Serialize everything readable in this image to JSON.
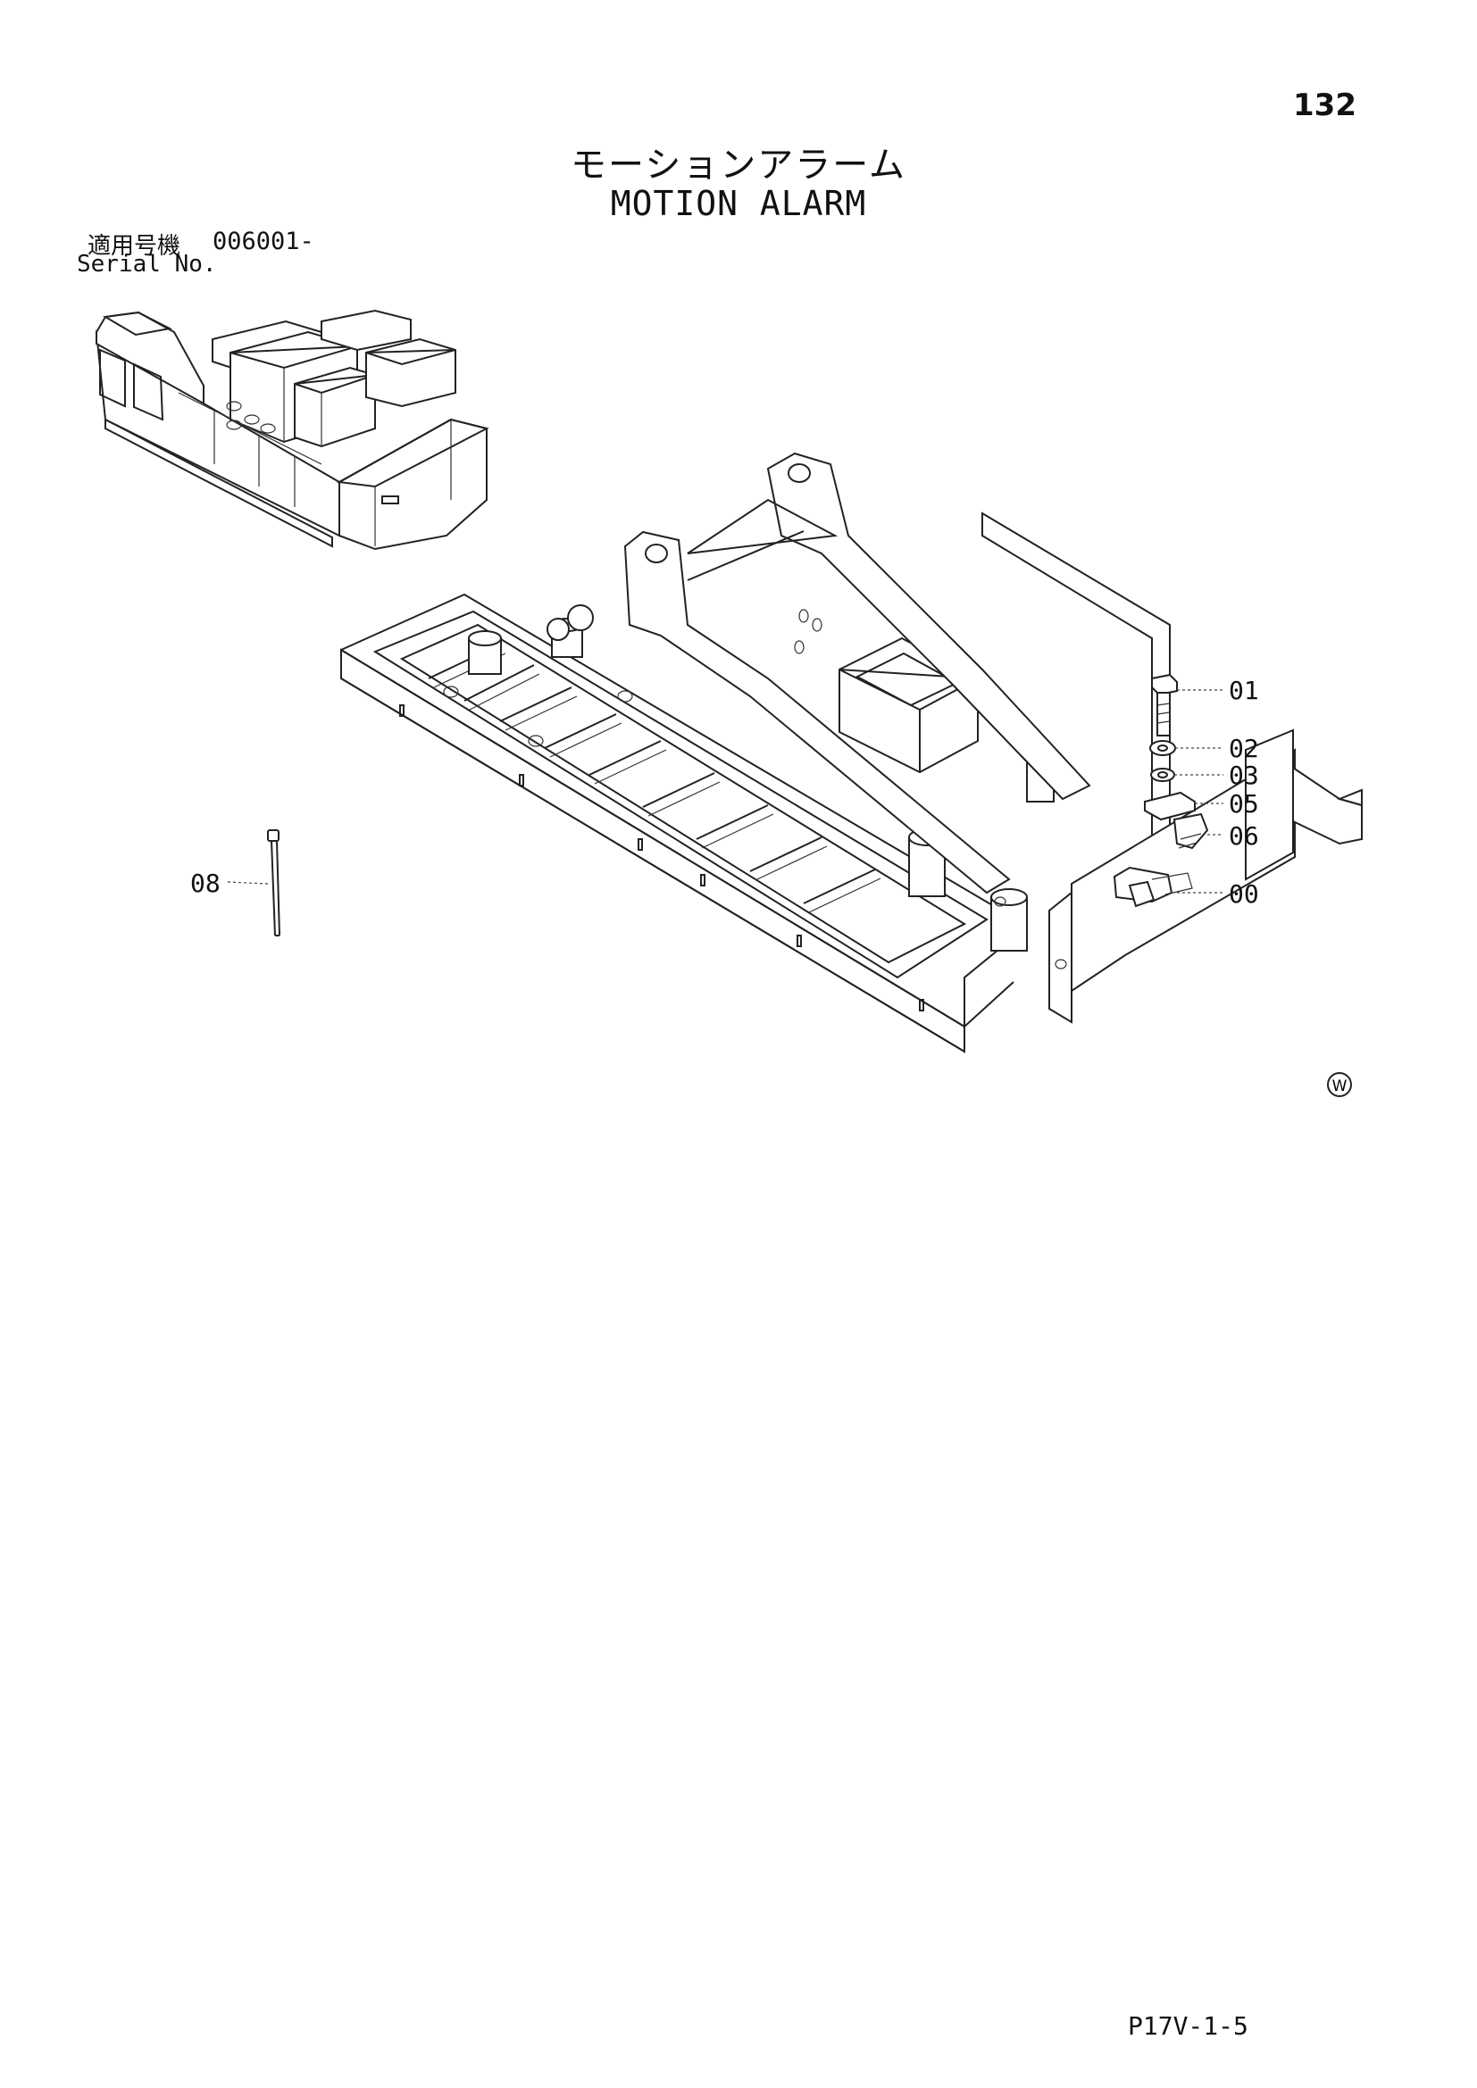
{
  "page_number": "132",
  "title_jp": "モーションアラーム",
  "title_en": "MOTION ALARM",
  "serial": {
    "label_jp": "適用号機",
    "value": "006001-",
    "label_en": "Serial No."
  },
  "callouts": {
    "c01": "01",
    "c02": "02",
    "c03": "03",
    "c05": "05",
    "c06": "06",
    "c00": "00",
    "c08": "08"
  },
  "marks": {
    "w_symbol": "W"
  },
  "page_code": "P17V-1-5"
}
